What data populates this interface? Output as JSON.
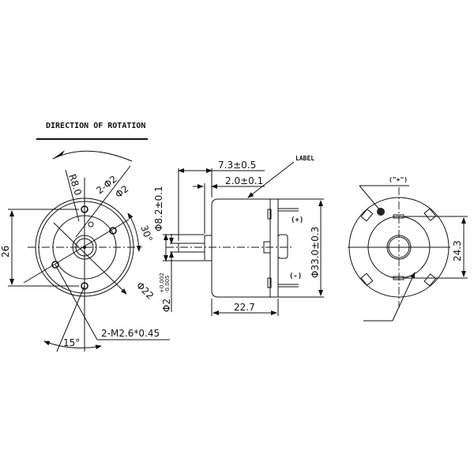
{
  "title": "DIRECTION OF ROTATION",
  "front_view": {
    "radius_label": "R8.0",
    "holes_label": "2-Φ2",
    "hole_label": "Φ2",
    "angle_30": "30°",
    "hub_dia": "Φ8.2±0.1",
    "pcd": "Φ22",
    "height": "26",
    "thread_label": "2-M2.6*0.45",
    "angle_15": "15°"
  },
  "side_view": {
    "shaft_length": "7.3±0.5",
    "flange_length": "2.0±0.1",
    "label_callout": "LABEL",
    "shaft_dia_main": "Φ2",
    "shaft_tol_upper": "+0.002",
    "shaft_tol_lower": "-0.005",
    "body_dia": "Φ33.0±0.3",
    "body_length": "22.7",
    "plus_terminal": "(+)",
    "minus_terminal": "(-)"
  },
  "rear_view": {
    "plus_mark": "(\"+\")",
    "terminal_spacing": "24.3"
  }
}
